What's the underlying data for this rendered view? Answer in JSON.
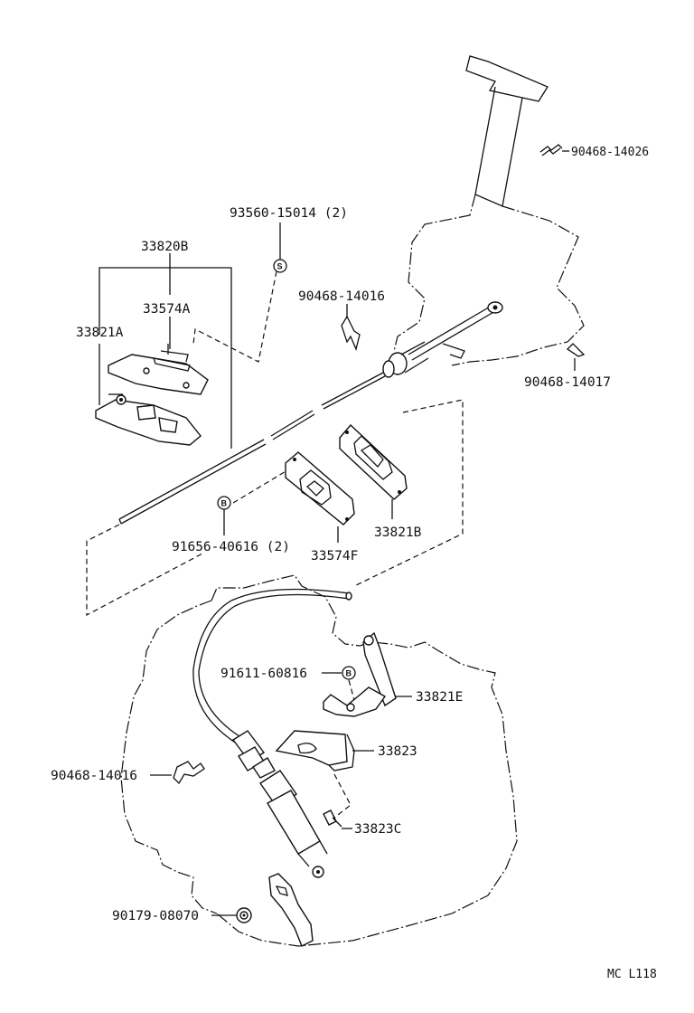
{
  "diagram": {
    "labels": {
      "p90468_14026": "90468-14026",
      "p93560_15014": "93560-15014 (2)",
      "p33820B": "33820B",
      "p33574A": "33574A",
      "p33821A": "33821A",
      "p90468_14016_top": "90468-14016",
      "p90468_14017": "90468-14017",
      "p91656_40616": "91656-40616 (2)",
      "p33574F": "33574F",
      "p33821B": "33821B",
      "p91611_60816": "91611-60816",
      "p33821E": "33821E",
      "p33823": "33823",
      "p90468_14016_bottom": "90468-14016",
      "p33823C": "33823C",
      "p90179_08070": "90179-08070"
    },
    "badges": {
      "s_badge": "S",
      "b_badge_1": "B",
      "b_badge_2": "B"
    },
    "footer_code": "MC  L118"
  }
}
